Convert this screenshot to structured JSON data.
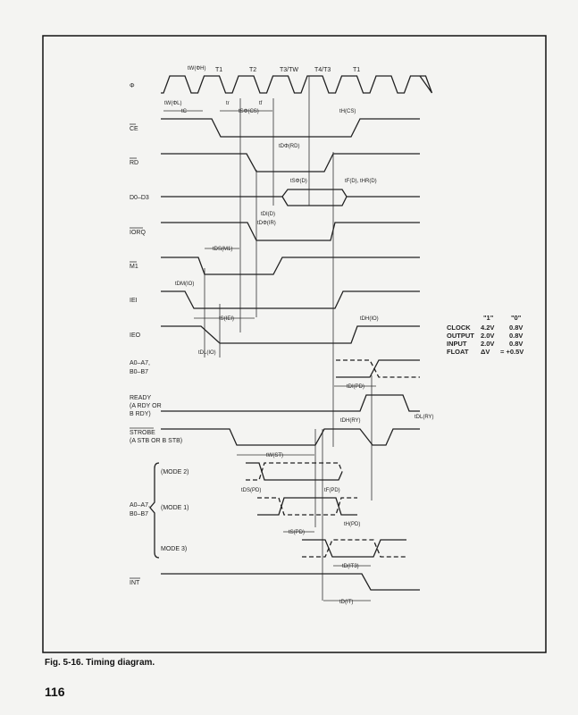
{
  "caption": "Fig. 5-16. Timing diagram.",
  "page_number": "116",
  "states": [
    "T1",
    "T2",
    "T3/TW",
    "T4/T3",
    "T1"
  ],
  "signals": {
    "clock": "Φ",
    "ce": "CE",
    "rd": "RD",
    "data": "D0–D3",
    "iorq": "IORQ",
    "m1": "M1",
    "iei": "IEI",
    "ieo": "IEO",
    "port_a": "A0–A7,",
    "port_b": "B0–B7",
    "ready": "READY",
    "ready_sub1": "(A RDY OR",
    "ready_sub2": "B RDY)",
    "strobe": "STROBE",
    "strobe_sub": "(A STB OR B STB)",
    "mode2": "(MODE 2)",
    "mode1": "(MODE 1)",
    "mode3": "MODE 3)",
    "int": "INT"
  },
  "timings": {
    "tw_h": "tW(ΦH)",
    "tw_l": "tW(ΦL)",
    "tc": "tC",
    "tr": "tr",
    "tf": "tf",
    "ts_cs": "tSΦ(CS)",
    "th_cs": "tH(CS)",
    "td_rd": "tDΦ(RD)",
    "ts_d": "tSΦ(D)",
    "tf_d": "tF(D), tHR(D)",
    "tdi_d": "tDI(D)",
    "td_ir": "tDΦ(IR)",
    "tds_m1": "tDS(M1)",
    "tdm_io": "tDM(IO)",
    "ts_iei": "tS(IEI)",
    "tdh_io": "tDH(IO)",
    "tdl_io": "tDL(IO)",
    "tdi_pd": "tDI(PD)",
    "tdh_ry": "tDH(RY)",
    "tdl_ry": "tDL(RY)",
    "tw_st": "tW(ST)",
    "tds_pd": "tDS(PD)",
    "tf_pd": "tF(PD)",
    "ts_pd": "tS(PD)",
    "th_pd": "tH(PD)",
    "td_it3": "tD(IT3)",
    "td_it": "tD(IT)"
  },
  "levels": {
    "header": [
      "\"1\"",
      "\"0\""
    ],
    "rows": [
      {
        "name": "CLOCK",
        "one": "4.2V",
        "zero": "0.8V"
      },
      {
        "name": "OUTPUT",
        "one": "2.0V",
        "zero": "0.8V"
      },
      {
        "name": "INPUT",
        "one": "2.0V",
        "zero": "0.8V"
      },
      {
        "name": "FLOAT",
        "one": "ΔV",
        "zero": "= +0.5V"
      }
    ]
  }
}
